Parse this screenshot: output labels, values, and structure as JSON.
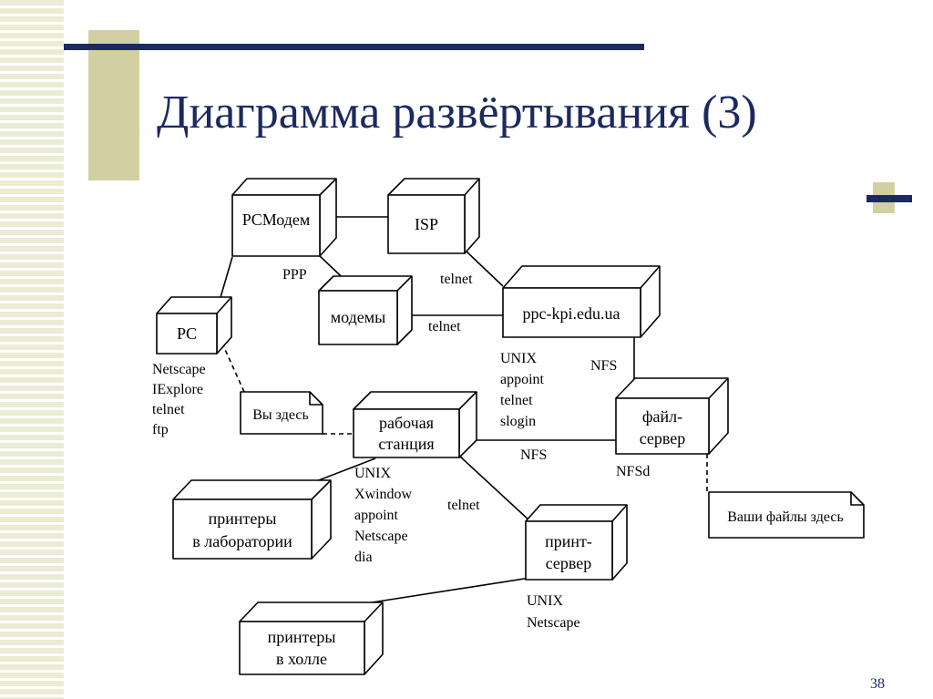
{
  "slide": {
    "title": "Диаграмма развёртывания (3)",
    "page_number": "38"
  },
  "colors": {
    "title": "#1c2a60",
    "accent_bar": "#1c2a60",
    "accent_block": "#d2d0a2",
    "stripe": "#ecebd3"
  },
  "nodes": {
    "pc_modem": "PCМодем",
    "isp": "ISP",
    "pc": "PC",
    "modems": "модемы",
    "ppc": "ppc-kpi.edu.ua",
    "workstation": [
      "рабочая",
      "станция"
    ],
    "file_server": [
      "файл-",
      "сервер"
    ],
    "printers_lab": [
      "принтеры",
      "в лаборатории"
    ],
    "print_server": [
      "принт-",
      "сервер"
    ],
    "printers_hall": [
      "принтеры",
      "в холле"
    ]
  },
  "notes": {
    "you_are_here": "Вы здесь",
    "your_files_here": "Ваши файлы здесь"
  },
  "labels": {
    "ppp": "PPP",
    "telnet_isp": "telnet",
    "telnet_modems": "telnet",
    "nfs_ppc": "NFS",
    "nfs_ws": "NFS",
    "nfsd": "NFSd",
    "telnet_ws": "telnet",
    "pc_software": [
      "Netscape",
      "IExplore",
      "telnet",
      "ftp"
    ],
    "ppc_software": [
      "UNIX",
      "appoint",
      "telnet",
      "slogin"
    ],
    "ws_software": [
      "UNIX",
      "Xwindow",
      "appoint",
      "Netscape",
      "dia"
    ],
    "ps_software": [
      "UNIX",
      "Netscape"
    ]
  }
}
